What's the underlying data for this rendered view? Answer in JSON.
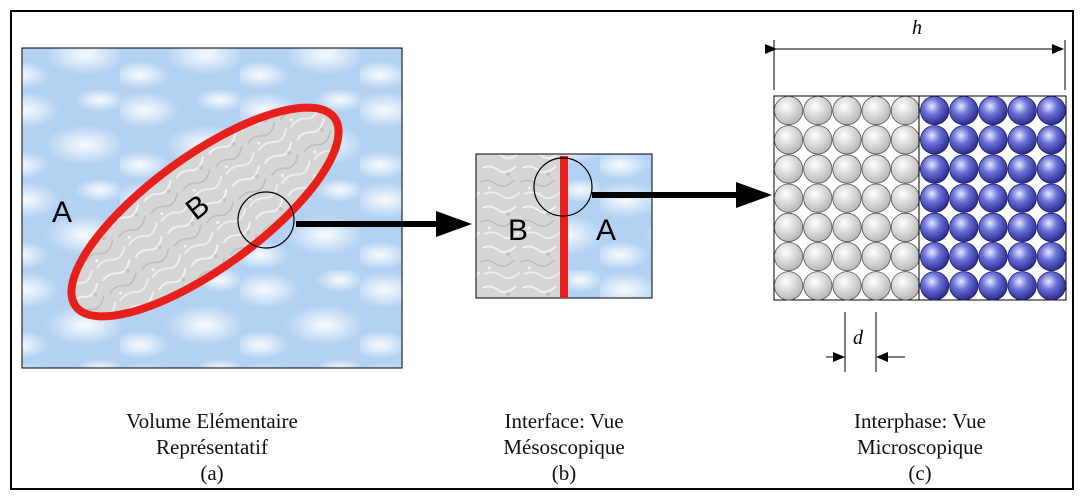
{
  "panel_a": {
    "label_outside": "A",
    "label_inside": "B",
    "caption_line1": "Volume Elémentaire",
    "caption_line2": "Représentatif",
    "caption_tag": "(a)"
  },
  "panel_b": {
    "label_left": "B",
    "label_right": "A",
    "caption_line1": "Interface: Vue",
    "caption_line2": "Mésoscopique",
    "caption_tag": "(b)"
  },
  "panel_c": {
    "dimension_h": "h",
    "dimension_d": "d",
    "caption_line1": "Interphase: Vue",
    "caption_line2": "Microscopique",
    "caption_tag": "(c)"
  },
  "colors": {
    "interface_red": "#e8201c",
    "sky_blue": "#b9d6f5",
    "grain_grey": "#d8d8d8",
    "particle_blue": "#3b3fa8"
  },
  "icons": [
    "zoom-circle",
    "arrow-right"
  ]
}
